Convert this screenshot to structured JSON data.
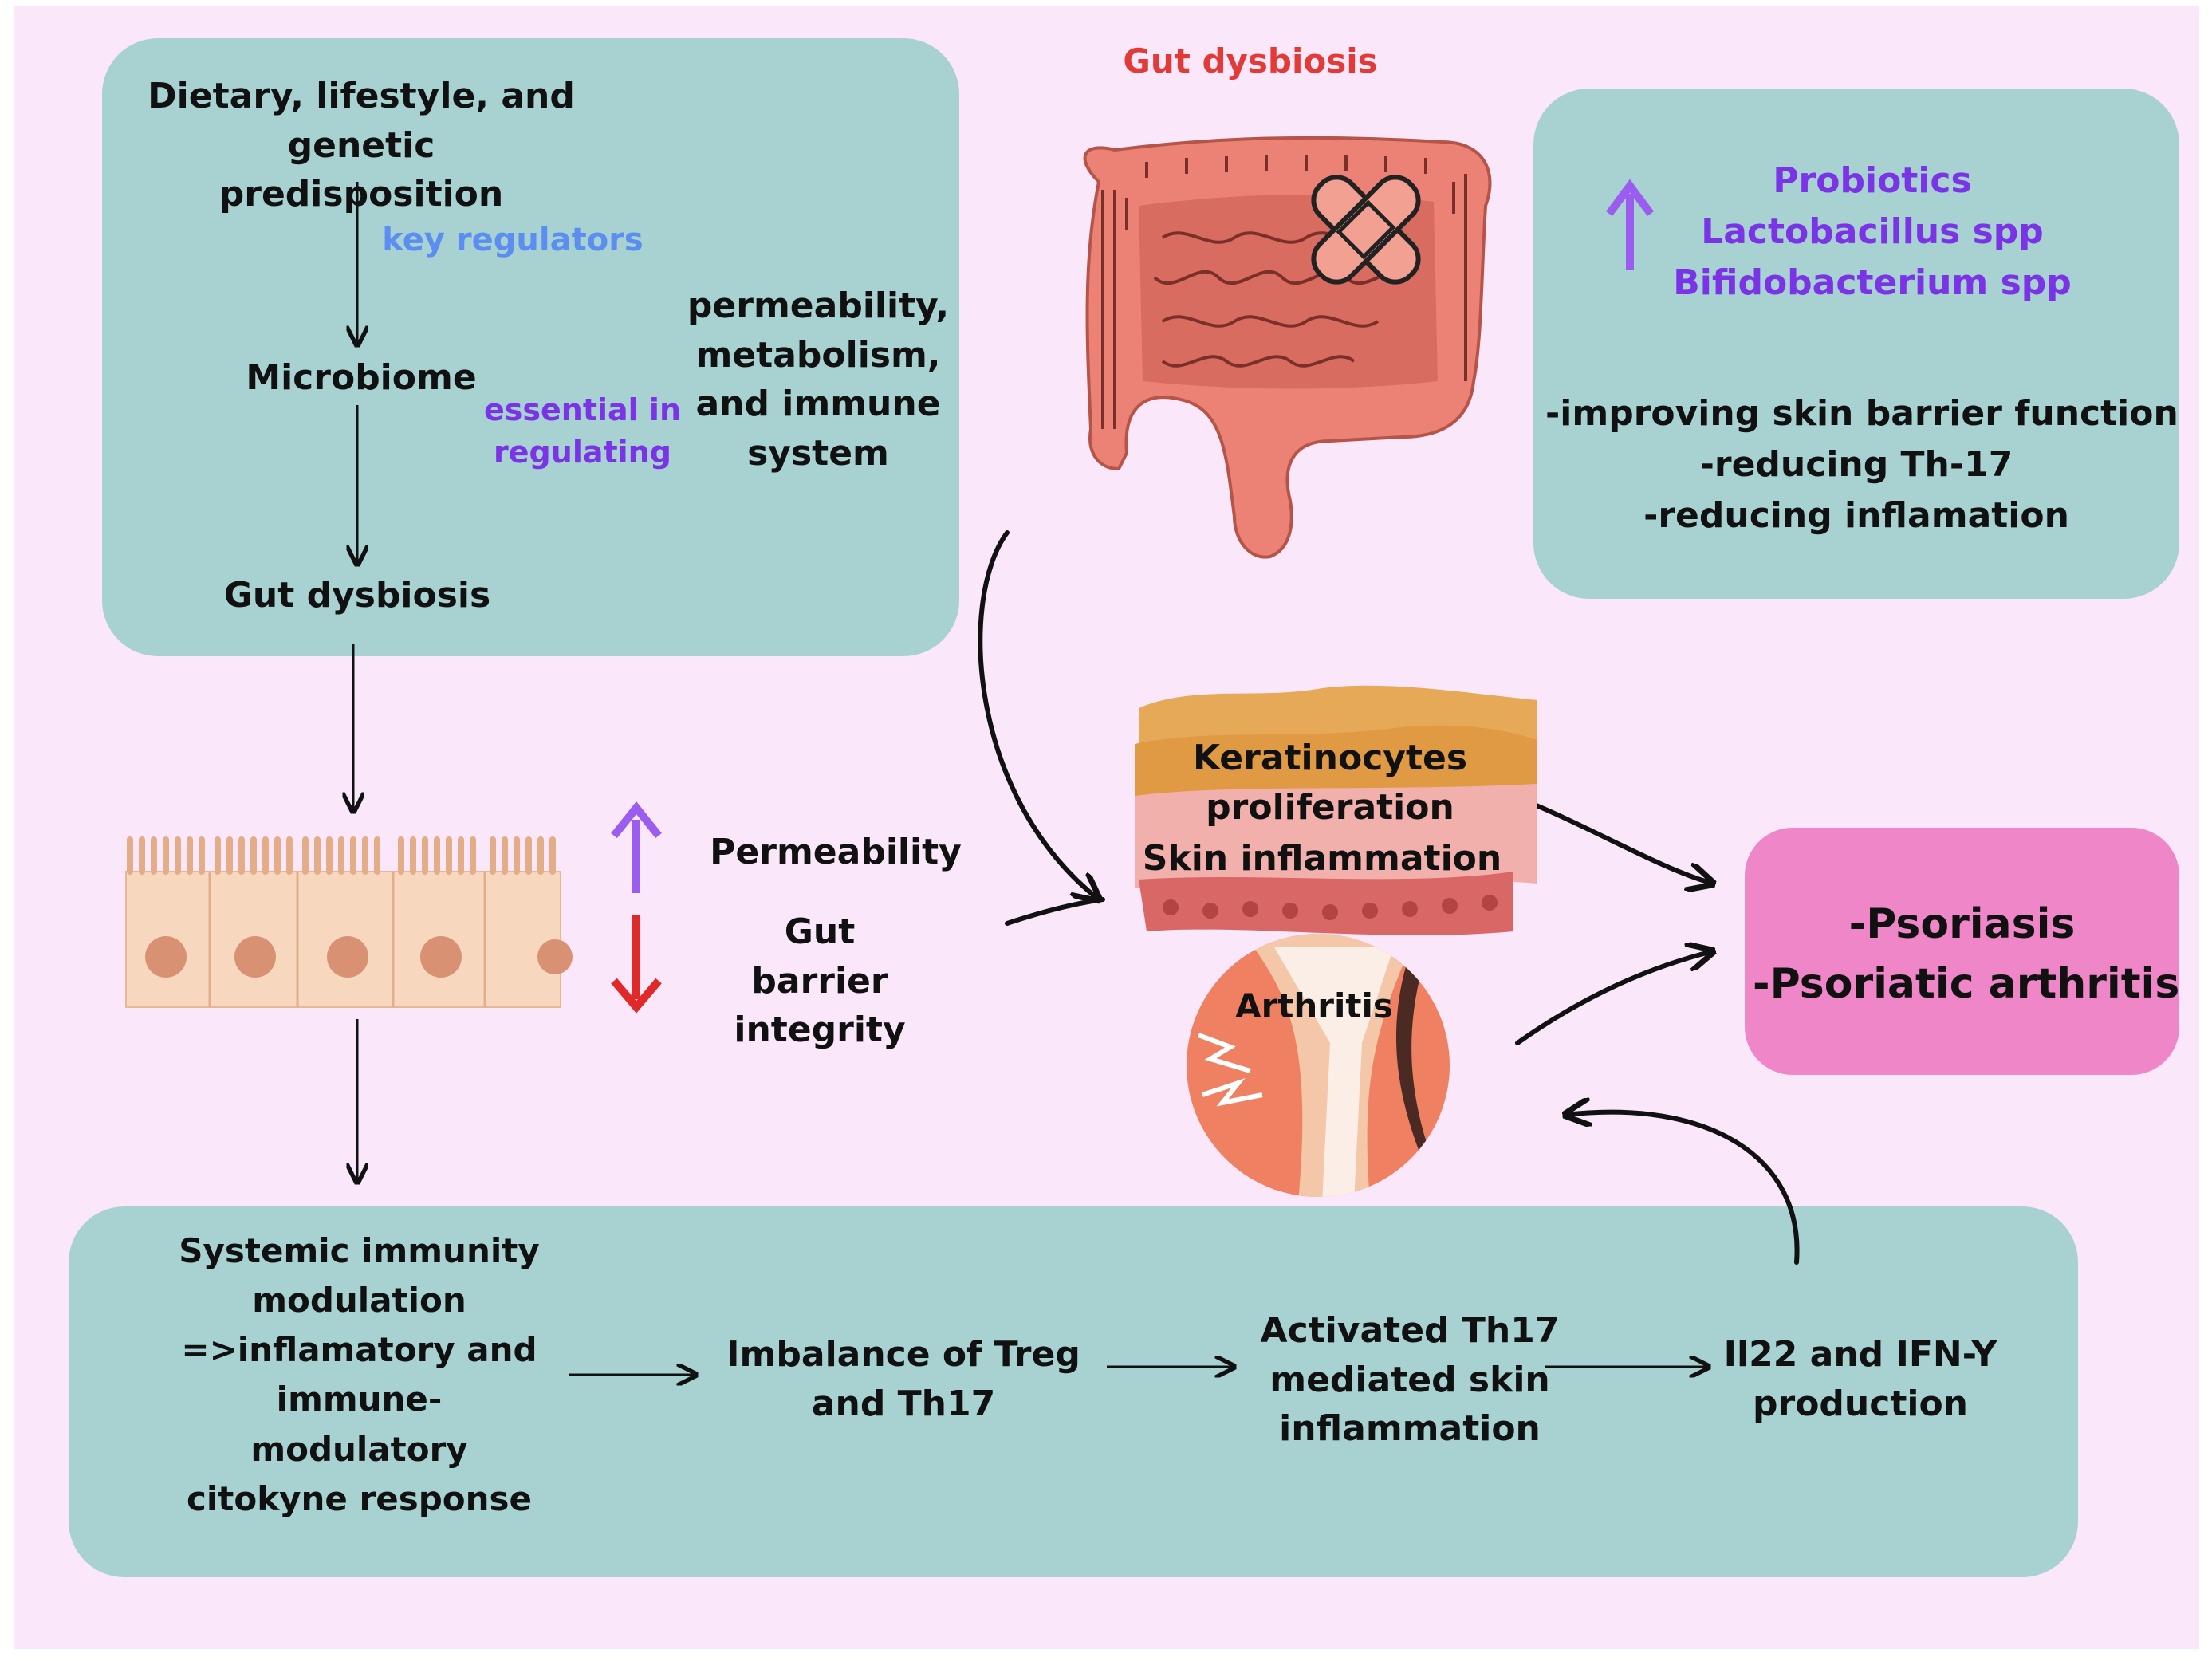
{
  "top_left_box": {
    "factors": "Dietary, lifestyle, and genetic predisposition",
    "key_regulators": "key regulators",
    "microbiome": "Microbiome",
    "essential": "essential in regulating",
    "functions": "permeability, metabolism, and immune system",
    "gut_dysbiosis": "Gut dysbiosis"
  },
  "gut_illustration": {
    "title": "Gut dysbiosis"
  },
  "probiotics_box": {
    "probiotics": "Probiotics",
    "lactobacillus": "Lactobacillus spp",
    "bifidobacterium": "Bifidobacterium spp",
    "effect_1": "-improving skin barrier function",
    "effect_2": "-reducing Th-17",
    "effect_3": "-reducing inflamation"
  },
  "barrier": {
    "permeability": "Permeability",
    "integrity": "Gut barrier integrity"
  },
  "skin": {
    "keratinocytes": "Keratinocytes proliferation",
    "inflammation": "Skin inflammation"
  },
  "joint": {
    "label": "Arthritis"
  },
  "outcome": {
    "psoriasis": "-Psoriasis",
    "psoriatic_arthritis": "-Psoriatic arthritis"
  },
  "bottom_box": {
    "systemic": "Systemic immunity modulation =>inflamatory and immune-modulatory citokyne response",
    "imbalance": "Imbalance of Treg and Th17",
    "activated": "Activated Th17 mediated skin inflammation",
    "production": "Il22 and IFN-Y production"
  },
  "colors": {
    "box_teal": "#a7d2d1",
    "outcome_pink": "#ee86c8",
    "background": "#fae8fa",
    "up_arrow_purple": "#9b5cf0",
    "down_arrow_red": "#e02a2a"
  }
}
